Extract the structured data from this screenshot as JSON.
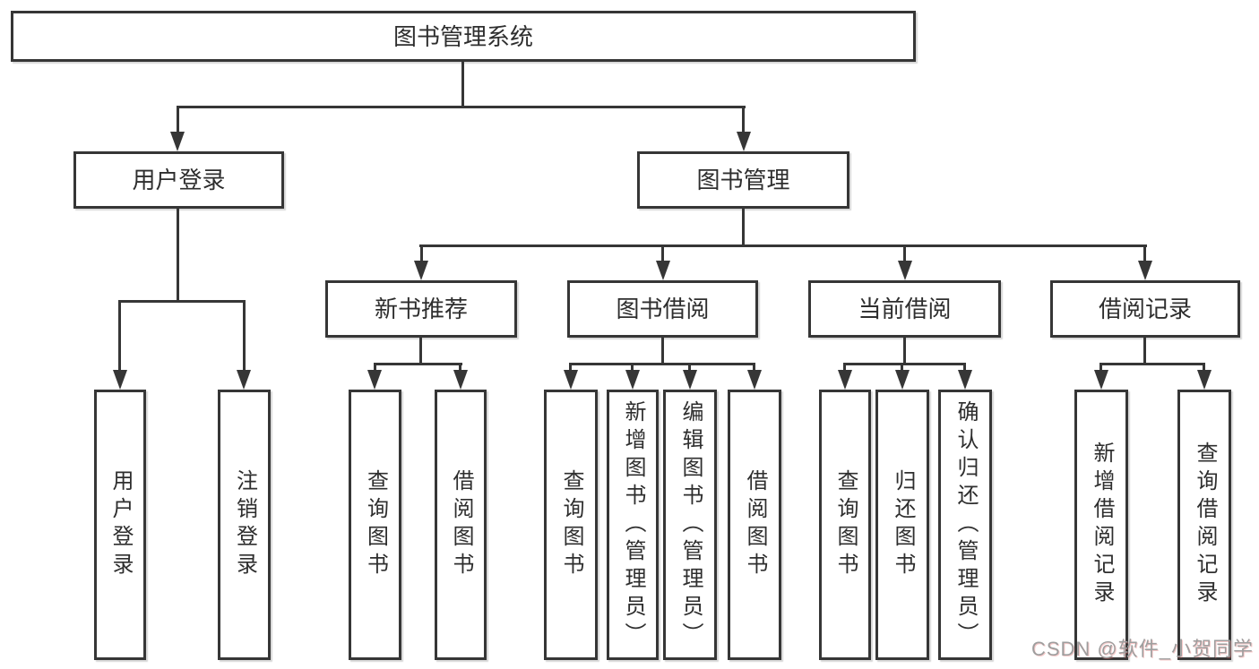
{
  "tree": {
    "label": "图书管理系统",
    "children": [
      {
        "label": "用户登录",
        "children": [
          {
            "label": "用户登录"
          },
          {
            "label": "注销登录"
          }
        ]
      },
      {
        "label": "图书管理",
        "children": [
          {
            "label": "新书推荐",
            "children": [
              {
                "label": "查询图书"
              },
              {
                "label": "借阅图书"
              }
            ]
          },
          {
            "label": "图书借阅",
            "children": [
              {
                "label": "查询图书"
              },
              {
                "label": "新增图书（管理员）"
              },
              {
                "label": "编辑图书（管理员）"
              },
              {
                "label": "借阅图书"
              }
            ]
          },
          {
            "label": "当前借阅",
            "children": [
              {
                "label": "查询图书"
              },
              {
                "label": "归还图书"
              },
              {
                "label": "确认归还（管理员）"
              }
            ]
          },
          {
            "label": "借阅记录",
            "children": [
              {
                "label": "新增借阅记录"
              },
              {
                "label": "查询借阅记录"
              }
            ]
          }
        ]
      }
    ]
  },
  "watermark": {
    "text": "CSDN @软件_小贺同学"
  },
  "colors": {
    "line": "#363636",
    "box_border": "#363636",
    "box_fill": "#ffffff",
    "text": "#2e2e2e",
    "watermark_gray": "#9e9e9e"
  }
}
